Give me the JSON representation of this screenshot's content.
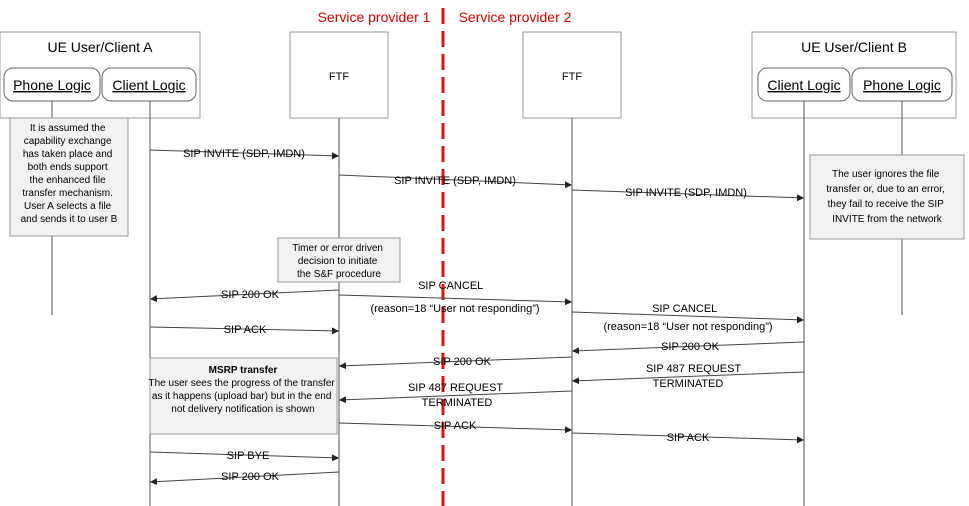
{
  "providers": [
    "Service provider 1",
    "Service provider 2"
  ],
  "ue_a": {
    "title": "UE User/Client A",
    "phone_logic": "Phone Logic",
    "client_logic": "Client Logic"
  },
  "ue_b": {
    "title": "UE User/Client B",
    "client_logic": "Client Logic",
    "phone_logic": "Phone Logic"
  },
  "ftf1": "FTF",
  "ftf2": "FTF",
  "notes": {
    "assumed": [
      "It is assumed the",
      "capability exchange",
      "has taken place and",
      "both ends support",
      "the enhanced file",
      "transfer mechanism.",
      "User A selects a file",
      "and sends it to user B"
    ],
    "ignores": [
      "The user ignores the file",
      "transfer or, due to an error,",
      "they fail to receive the SIP",
      "INVITE from the network"
    ],
    "timer": [
      "Timer or error driven",
      "decision to initiate",
      "the S&F procedure"
    ],
    "msrp_title": "MSRP transfer",
    "msrp": [
      "The user sees the progress of the transfer",
      "as it happens (upload bar) but in the end",
      "not delivery notification is shown"
    ]
  },
  "messages": {
    "invite1": "SIP INVITE (SDP, IMDN)",
    "invite2": "SIP INVITE (SDP, IMDN)",
    "invite3": "SIP INVITE (SDP, IMDN)",
    "ok_a": "SIP 200 OK",
    "cancel1": [
      "SIP CANCEL",
      "(reason=18 “User not responding”)"
    ],
    "cancel2": [
      "SIP CANCEL",
      "(reason=18 “User not responding”)"
    ],
    "ack_a": "SIP ACK",
    "ok_b": "SIP 200 OK",
    "ok_mid": "SIP 200 OK",
    "term_b": [
      "SIP 487 REQUEST",
      "TERMINATED"
    ],
    "term_mid": [
      "SIP 487 REQUEST",
      "TERMINATED"
    ],
    "ack_mid": "SIP ACK",
    "ack_b": "SIP ACK",
    "bye": "SIP BYE",
    "ok_bye": "SIP 200 OK"
  }
}
